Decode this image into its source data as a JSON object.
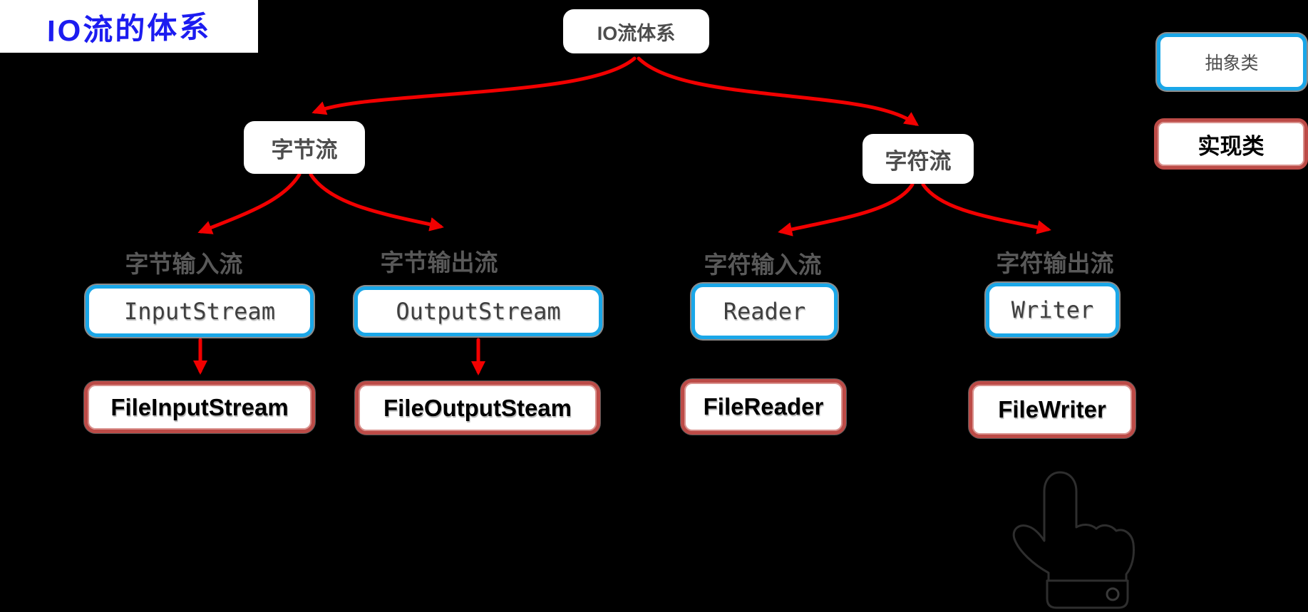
{
  "title": "IO流的体系",
  "tree": {
    "root": "IO流体系",
    "byte_stream": "字节流",
    "char_stream": "字符流",
    "byte_input_label": "字节输入流",
    "byte_output_label": "字节输出流",
    "char_input_label": "字符输入流",
    "char_output_label": "字符输出流",
    "input_stream": "InputStream",
    "output_stream": "OutputStream",
    "reader": "Reader",
    "writer": "Writer",
    "file_input_stream": "FileInputStream",
    "file_output_stream": "FileOutputSteam",
    "file_reader": "FileReader",
    "file_writer": "FileWriter"
  },
  "legend": {
    "abstract_class": "抽象类",
    "implementation_class": "实现类"
  },
  "icons": {
    "hand": "pointing-hand-icon"
  },
  "colors": {
    "background": "#000000",
    "arrow_red": "#f20000",
    "abstract_border_blue": "#1aa7e8",
    "implementation_border_red": "#bc4b47",
    "title_blue": "#1c1cf0",
    "node_text_gray": "#4d4d4d",
    "section_label_gray": "#595959"
  }
}
